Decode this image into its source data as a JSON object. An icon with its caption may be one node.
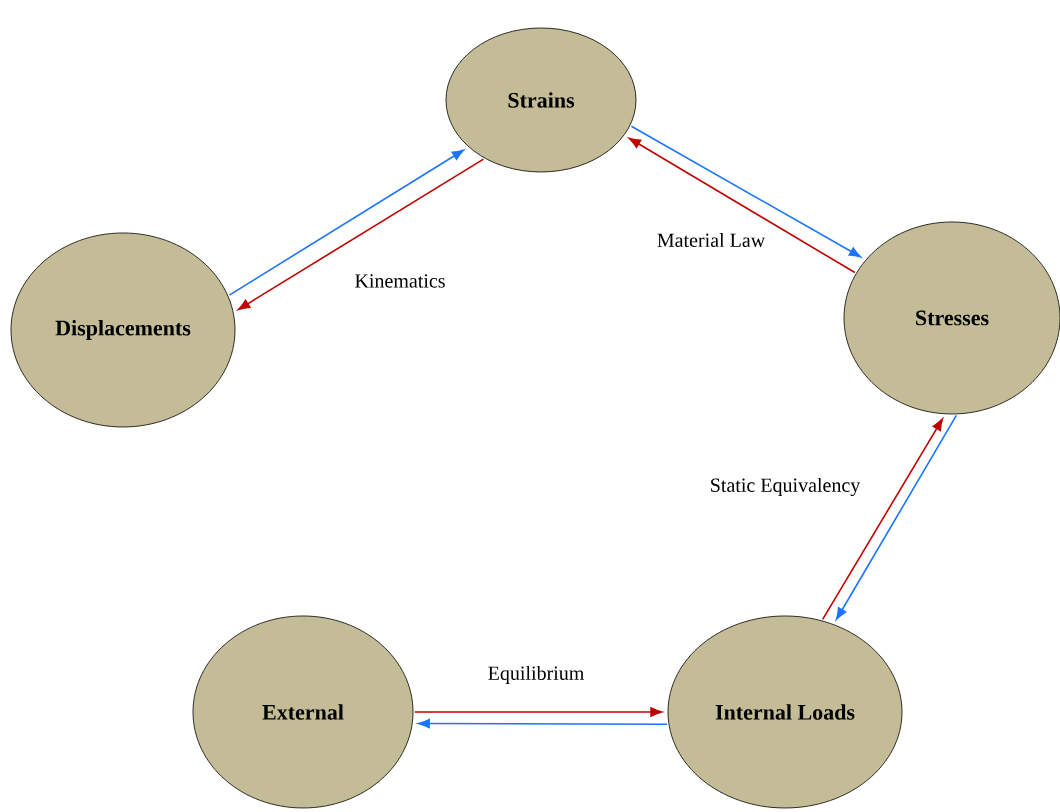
{
  "diagram": {
    "nodes": [
      {
        "text": [
          "Strains"
        ]
      },
      {
        "text": [
          "Displacements"
        ]
      },
      {
        "text": [
          "Stresses"
        ]
      },
      {
        "text": [
          "External"
        ]
      },
      {
        "text": [
          "Internal Loads"
        ]
      }
    ],
    "edges": [
      {
        "from": 1,
        "to": 0,
        "arrow": "to",
        "color": "#1a75ff"
      },
      {
        "from": 0,
        "to": 1,
        "arrow": "to",
        "color": "#c00000"
      },
      {
        "from": 0,
        "to": 2,
        "arrow": "to",
        "color": "#1a75ff"
      },
      {
        "from": 2,
        "to": 0,
        "arrow": "to",
        "color": "#c00000"
      },
      {
        "from": 4,
        "to": 2,
        "arrow": "to",
        "color": "#c00000"
      },
      {
        "from": 2,
        "to": 4,
        "arrow": "to",
        "color": "#1a75ff"
      },
      {
        "from": 3,
        "to": 4,
        "arrow": "to",
        "color": "#c00000"
      },
      {
        "from": 4,
        "to": 3,
        "arrow": "to",
        "color": "#1a75ff"
      }
    ],
    "labels": [
      "Kinematics",
      "Material Law",
      "Static Equivalency",
      "Equilibrium"
    ]
  }
}
